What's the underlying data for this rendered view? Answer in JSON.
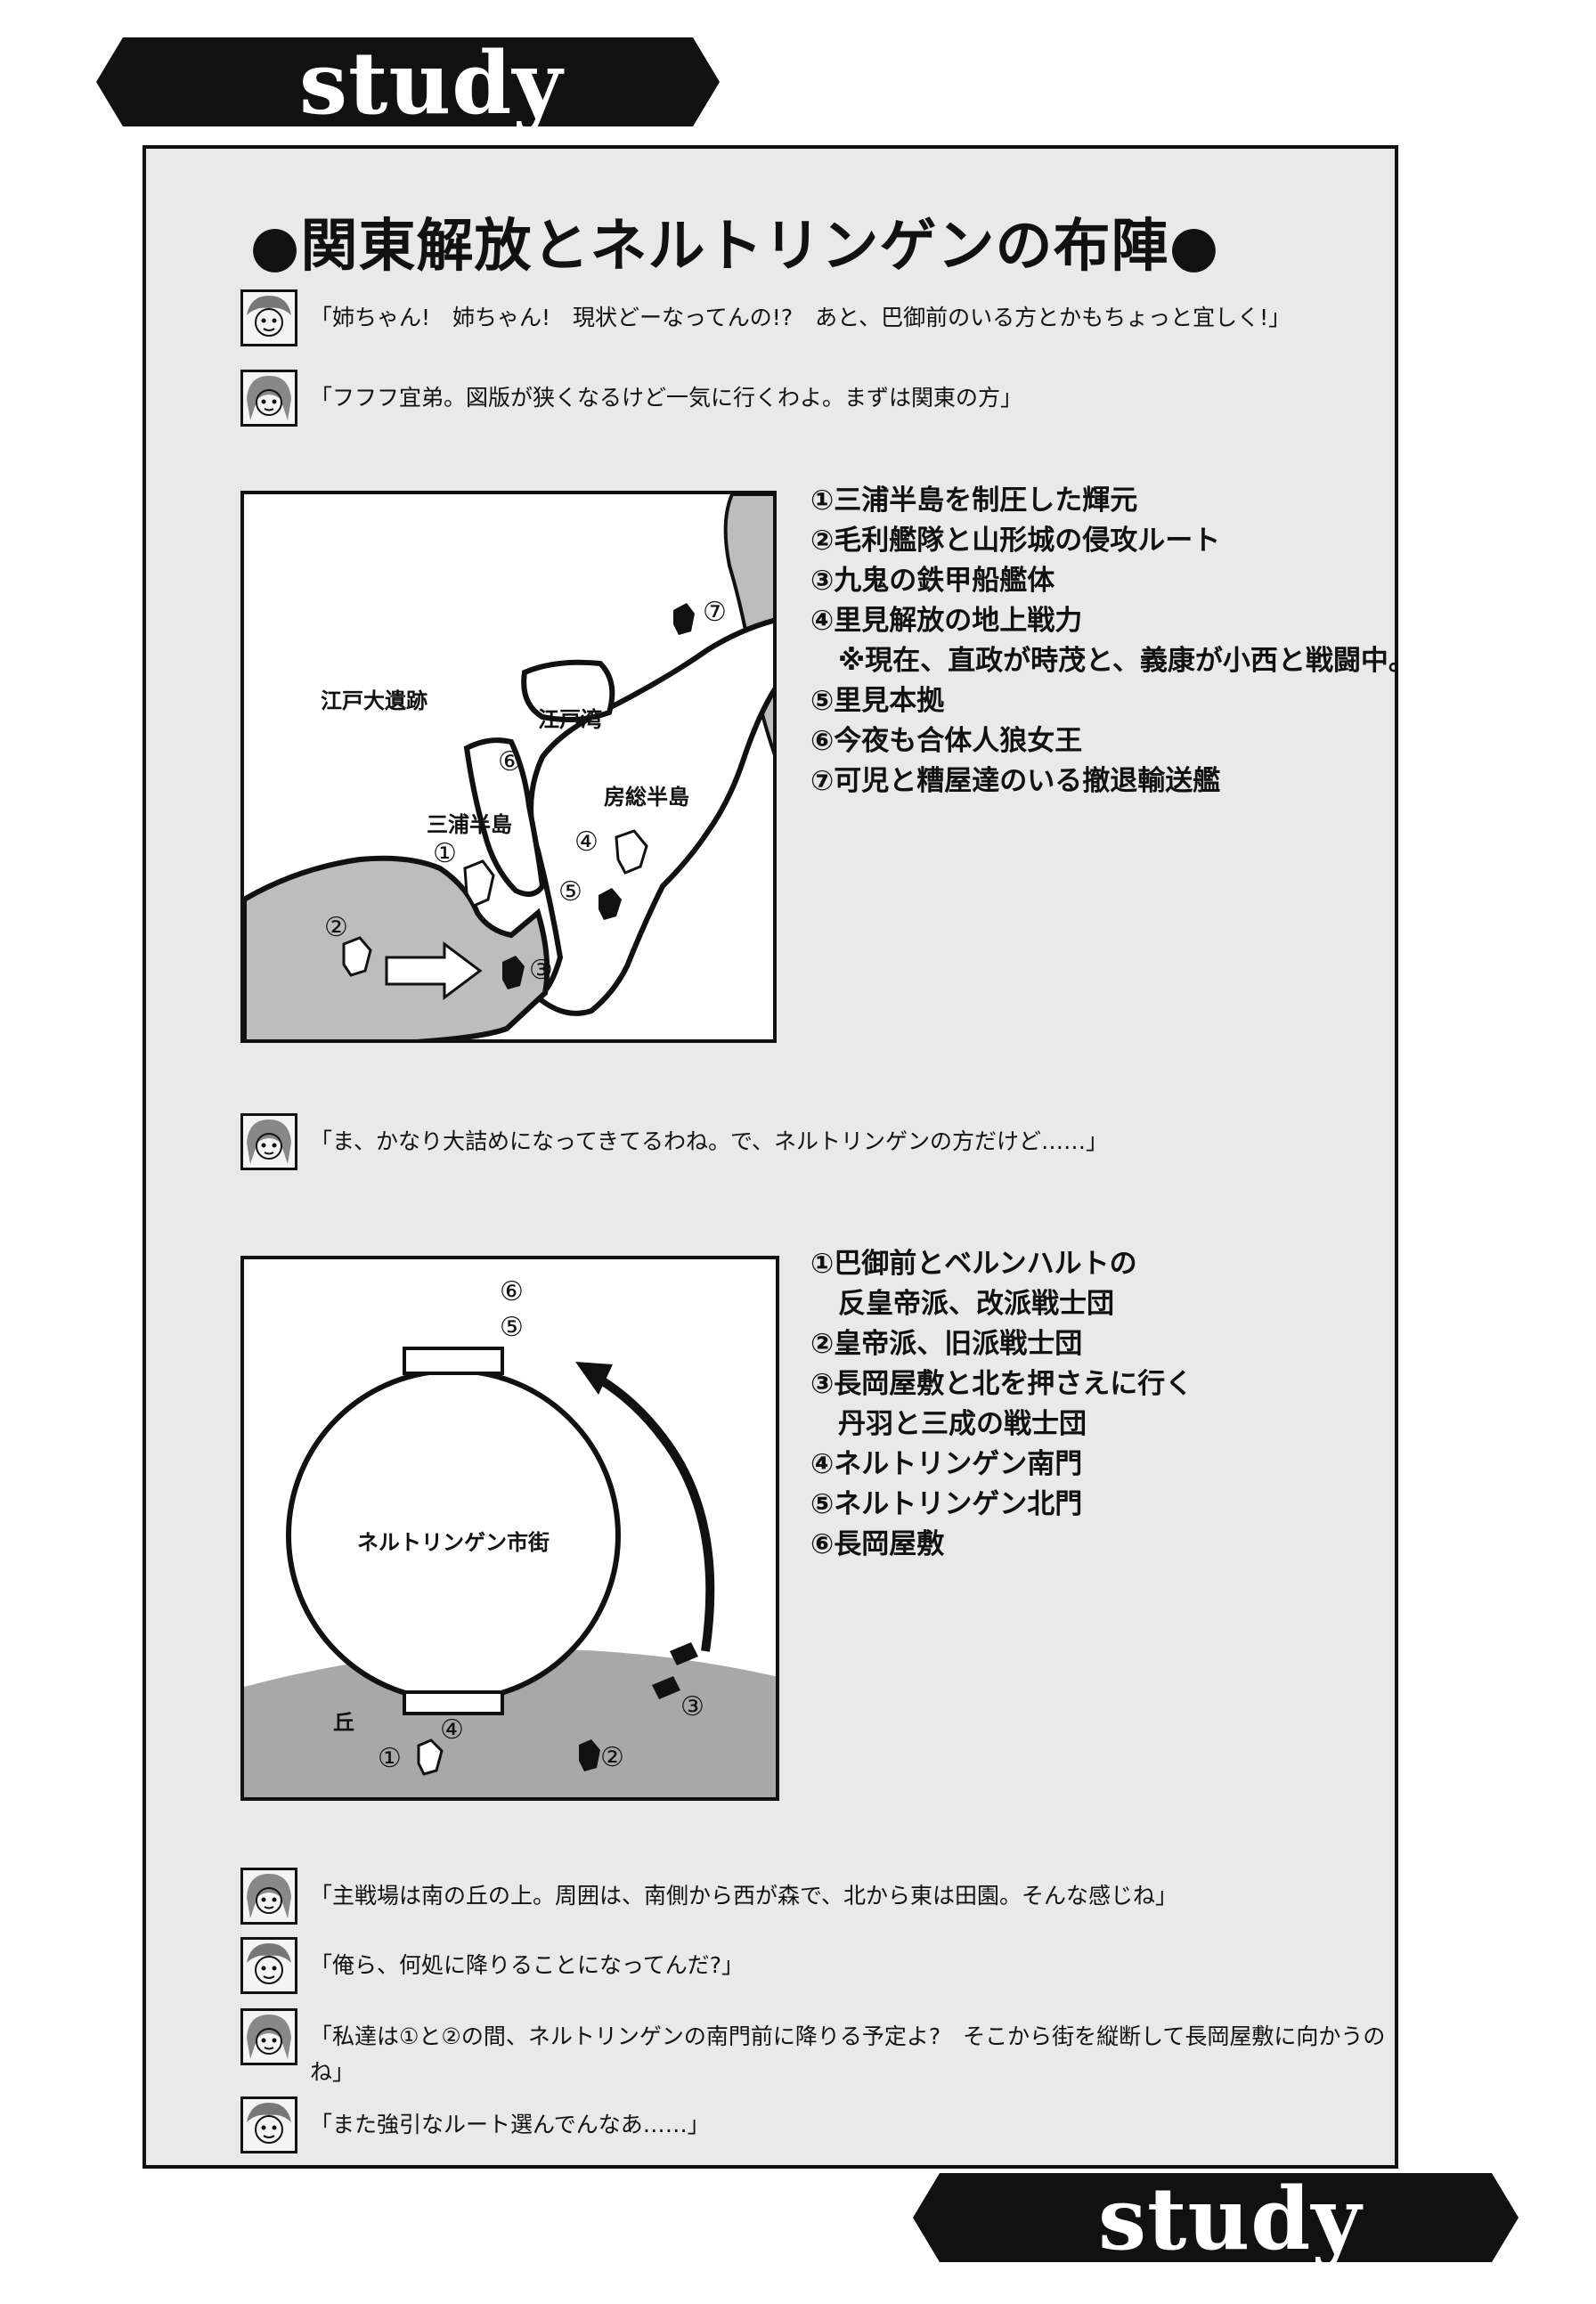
{
  "header": {
    "label": "study"
  },
  "footer": {
    "label": "study"
  },
  "title": "●関東解放とネルトリンゲンの布陣●",
  "dialogues": [
    {
      "text": "「姉ちゃん!　姉ちゃん!　現状どーなってんの!?　あと、巴御前のいる方とかもちょっと宜しく!」"
    },
    {
      "text": "「フフフ宜弟。図版が狭くなるけど一気に行くわよ。まずは関東の方」"
    },
    {
      "text": "「ま、かなり大詰めになってきてるわね。で、ネルトリンゲンの方だけど……」"
    },
    {
      "text": "「主戦場は南の丘の上。周囲は、南側から西が森で、北から東は田園。そんな感じね」"
    },
    {
      "text": "「俺ら、何処に降りることになってんだ?」"
    },
    {
      "text": "「私達は①と②の間、ネルトリンゲンの南門前に降りる予定よ?　そこから街を縦断して長岡屋敷に向かうのね」"
    },
    {
      "text": "「また強引なルート選んでんなあ……」"
    }
  ],
  "map1": {
    "labels": {
      "edo_ruins": "江戸大遺跡",
      "edo_bay": "江戸湾",
      "miura": "三浦半島",
      "boso": "房総半島"
    },
    "markers": {
      "n1": "①",
      "n2": "②",
      "n3": "③",
      "n4": "④",
      "n5": "⑤",
      "n6": "⑥",
      "n7": "⑦"
    },
    "legend": [
      "①三浦半島を制圧した輝元",
      "②毛利艦隊と山形城の侵攻ルート",
      "③九鬼の鉄甲船艦体",
      "④里見解放の地上戦力",
      "　※現在、直政が時茂と、義康が小西と戦闘中。",
      "⑤里見本拠",
      "⑥今夜も合体人狼女王",
      "⑦可児と糟屋達のいる撤退輸送艦"
    ]
  },
  "map2": {
    "labels": {
      "city": "ネルトリンゲン市街",
      "hill": "丘"
    },
    "markers": {
      "n1": "①",
      "n2": "②",
      "n3": "③",
      "n4": "④",
      "n5": "⑤",
      "n6": "⑥"
    },
    "legend": [
      "①巴御前とベルンハルトの",
      "　反皇帝派、改派戦士団",
      "②皇帝派、旧派戦士団",
      "③長岡屋敷と北を押さえに行く",
      "　丹羽と三成の戦士団",
      "④ネルトリンゲン南門",
      "⑤ネルトリンゲン北門",
      "⑥長岡屋敷"
    ]
  }
}
